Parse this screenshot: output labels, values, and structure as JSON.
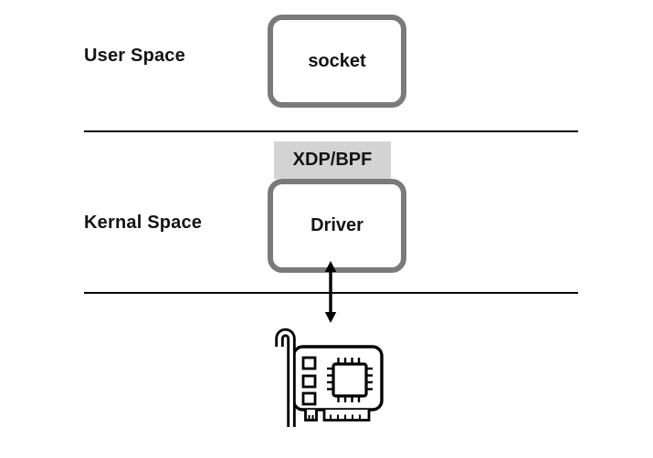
{
  "diagram": {
    "labels": {
      "user_space": "User Space",
      "kernel_space": "Kernal Space"
    },
    "nodes": {
      "socket": "socket",
      "xdp": "XDP/BPF",
      "driver": "Driver"
    },
    "icons": {
      "network_card": "network-card-icon",
      "arrow": "bidirectional-arrow-icon"
    },
    "colors": {
      "node_border": "#7a7a7a",
      "xdp_background": "#d3d3d3",
      "divider_line": "#000000",
      "text": "#141414",
      "background": "#ffffff"
    }
  }
}
